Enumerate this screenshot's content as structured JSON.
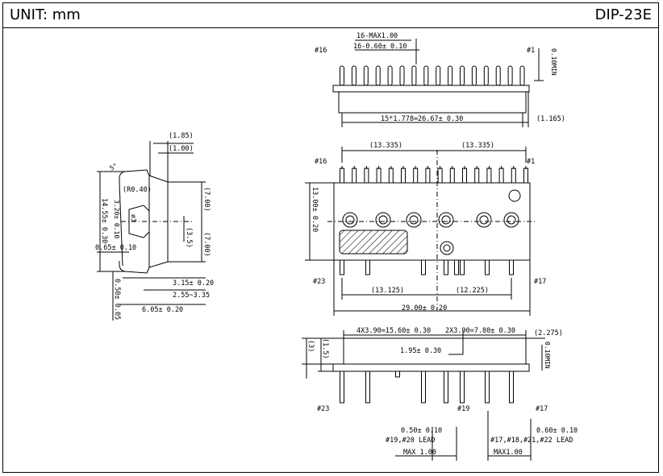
{
  "header": {
    "unit": "UNIT: mm",
    "package": "DIP-23E"
  },
  "top_view": {
    "pin_max_width": "16-MAX1.00",
    "pin_width": "16-0.60± 0.10",
    "pin16": "#16",
    "pin1": "#1",
    "thickness": "0.10MIN",
    "pitch_span": "15*1.778=26.67± 0.30",
    "end_offset": "(1.165)"
  },
  "front_view": {
    "pin16": "#16",
    "pin1": "#1",
    "half_left": "(13.335)",
    "half_right": "(13.335)",
    "height": "13.00± 0.20",
    "pin23": "#23",
    "pin17": "#17",
    "lower_left": "(13.125)",
    "lower_right": "(12.225)",
    "body_length": "29.00± 0.20"
  },
  "side_view": {
    "d185": "(1.85)",
    "d100": "(1.00)",
    "angle": "5°",
    "radius": "(R0.40)",
    "hole_depth": "3.20± 0.10",
    "hole_dia": "ø3",
    "upper": "(7.00)",
    "lower": "(7.00)",
    "center": "(3.5)",
    "width": "14.55± 0.30",
    "lead_thk": "0.65± 0.10",
    "lead_offset": "0.50± 0.05",
    "dim_a": "3.15± 0.20",
    "dim_b": "2.55~3.35",
    "dim_c": "6.05± 0.20"
  },
  "bottom_view": {
    "pitch_right": "2X3.90=7.80± 0.30",
    "pitch_left": "4X3.90=15.60± 0.30",
    "gap": "1.95± 0.30",
    "end": "(2.275)",
    "min": "0.10MIN",
    "d15": "(1.5)",
    "d3": "(3)",
    "pin23": "#23",
    "pin19": "#19",
    "pin17": "#17",
    "lead_a": "0.50± 0.10",
    "lead_a_pins": "#19,#20 LEAD",
    "lead_b": "0.60± 0.10",
    "lead_b_pins": "#17,#18,#21,#22 LEAD",
    "max_a": "MAX 1.00",
    "max_b": "MAX1.00"
  }
}
